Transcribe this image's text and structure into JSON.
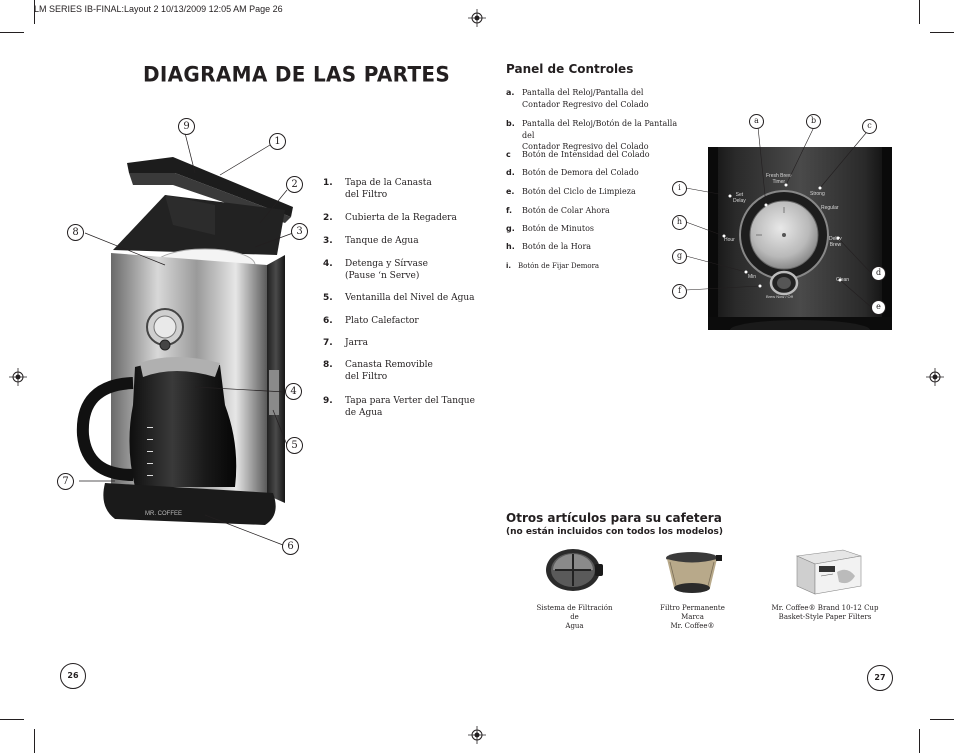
{
  "header": {
    "text": "LM SERIES IB-FINAL:Layout 2  10/13/2009  12:05 AM  Page 26"
  },
  "page_title": "DIAGRAMA DE LAS PARTES",
  "parts": [
    {
      "num": "1.",
      "label": "Tapa de la Canasta\ndel Filtro"
    },
    {
      "num": "2.",
      "label": "Cubierta de la Regadera"
    },
    {
      "num": "3.",
      "label": "Tanque de Agua"
    },
    {
      "num": "4.",
      "label": "Detenga y Sírvase\n(Pause ‘n Serve)"
    },
    {
      "num": "5.",
      "label": "Ventanilla del Nivel de Agua"
    },
    {
      "num": "6.",
      "label": "Plato Calefactor"
    },
    {
      "num": "7.",
      "label": "Jarra"
    },
    {
      "num": "8.",
      "label": "Canasta Removible\ndel Filtro"
    },
    {
      "num": "9.",
      "label": "Tapa para Verter del Tanque\nde Agua"
    }
  ],
  "callouts": [
    "1",
    "2",
    "3",
    "4",
    "5",
    "6",
    "7",
    "8",
    "9"
  ],
  "controls": {
    "title": "Panel de Controles",
    "items": [
      {
        "ltr": "a.",
        "label": "Pantalla del Reloj/Pantalla del\nContador Regresivo del Colado"
      },
      {
        "ltr": "b.",
        "label": "Pantalla del Reloj/Botón de la Pantalla del\nContador Regresivo del Colado"
      },
      {
        "ltr": "c",
        "label": "Botón de Intensidad del Colado"
      },
      {
        "ltr": "d.",
        "label": "Botón de Demora del Colado"
      },
      {
        "ltr": "e.",
        "label": "Botón del Ciclo de Limpieza"
      },
      {
        "ltr": "f.",
        "label": "Botón de Colar Ahora"
      },
      {
        "ltr": "g.",
        "label": "Botón de Minutos"
      },
      {
        "ltr": "h.",
        "label": "Botón de la Hora"
      },
      {
        "ltr": "i.",
        "label": "Botón de Fijar Demora"
      }
    ],
    "photo_callouts": [
      "a",
      "b",
      "c",
      "d",
      "e",
      "f",
      "g",
      "h",
      "i"
    ],
    "panel_labels": {
      "fresh": "Fresh Brew\nTimer",
      "strong": "Strong",
      "regular": "Regular",
      "set_delay": "Set\nDelay",
      "hour": "Hour",
      "min": "Min",
      "delay_brew": "Delay\nBrew",
      "clean": "Clean",
      "brew_now": "Brew Now / Off"
    }
  },
  "accessories": {
    "title": "Otros artículos para su cafetera",
    "subtitle": "(no están incluidos con todos los modelos)",
    "items": [
      {
        "caption": "Sistema de Filtración de\nAgua"
      },
      {
        "caption": "Filtro Permanente Marca\nMr. Coffee®"
      },
      {
        "caption": "Mr. Coffee® Brand 10-12 Cup\nBasket-Style Paper Filters"
      }
    ]
  },
  "brand_on_machine": "MR. COFFEE",
  "page_numbers": {
    "left": "26",
    "right": "27"
  }
}
